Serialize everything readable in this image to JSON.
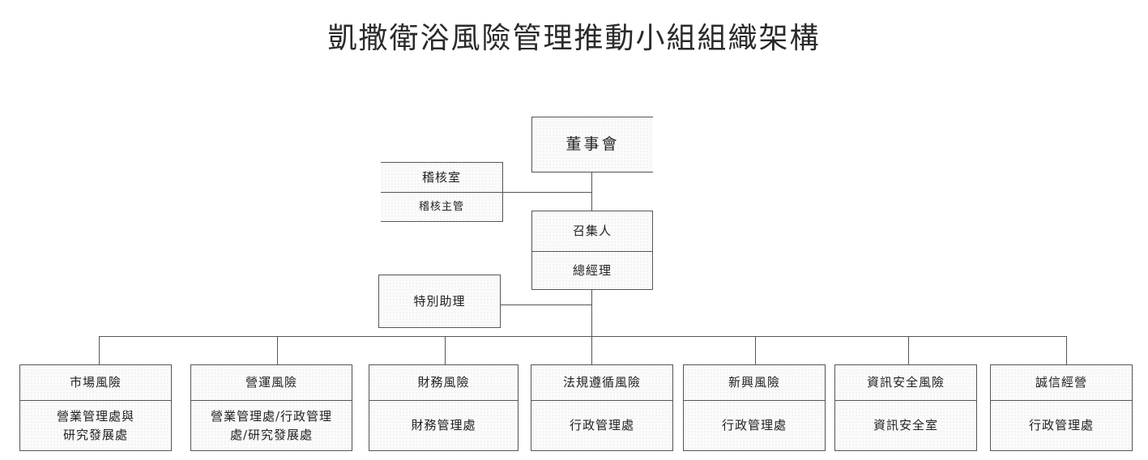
{
  "title": "凱撒衛浴風險管理推動小組組織架構",
  "board": {
    "label": "董事會"
  },
  "audit": {
    "top": "稽核室",
    "bottom": "稽核主管"
  },
  "convener": {
    "top": "召集人",
    "bottom": "總經理"
  },
  "assistant": {
    "label": "特別助理"
  },
  "departments": [
    {
      "risk": "市場風險",
      "unit": "營業管理處與\n研究發展處"
    },
    {
      "risk": "營運風險",
      "unit": "營業管理處/行政管理\n處/研究發展處"
    },
    {
      "risk": "財務風險",
      "unit": "財務管理處"
    },
    {
      "risk": "法規遵循風險",
      "unit": "行政管理處"
    },
    {
      "risk": "新興風險",
      "unit": "行政管理處"
    },
    {
      "risk": "資訊安全風險",
      "unit": "資訊安全室"
    },
    {
      "risk": "誠信經營",
      "unit": "行政管理處"
    }
  ]
}
